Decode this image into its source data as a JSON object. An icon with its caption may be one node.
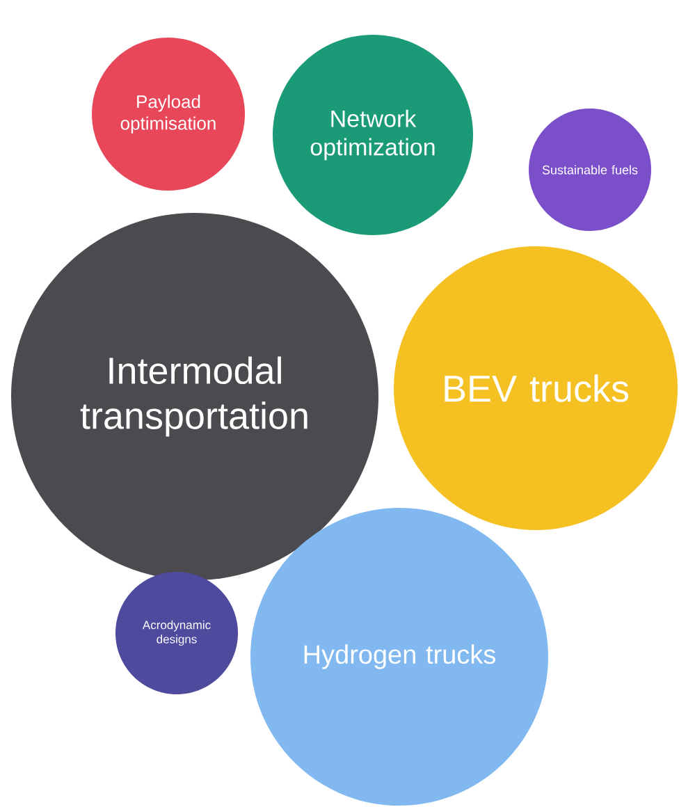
{
  "diagram": {
    "nodes": [
      {
        "text": [
          "Payload optimisation"
        ]
      },
      {
        "text": [
          "Network optimization"
        ]
      },
      {
        "text": [
          "Sustainable fuels"
        ]
      },
      {
        "text": [
          "Intermodal transportation"
        ]
      },
      {
        "text": [
          "BEV trucks"
        ]
      },
      {
        "text": [
          "Acrodynamic designs"
        ]
      },
      {
        "text": [
          "Hydrogen trucks"
        ]
      }
    ]
  }
}
